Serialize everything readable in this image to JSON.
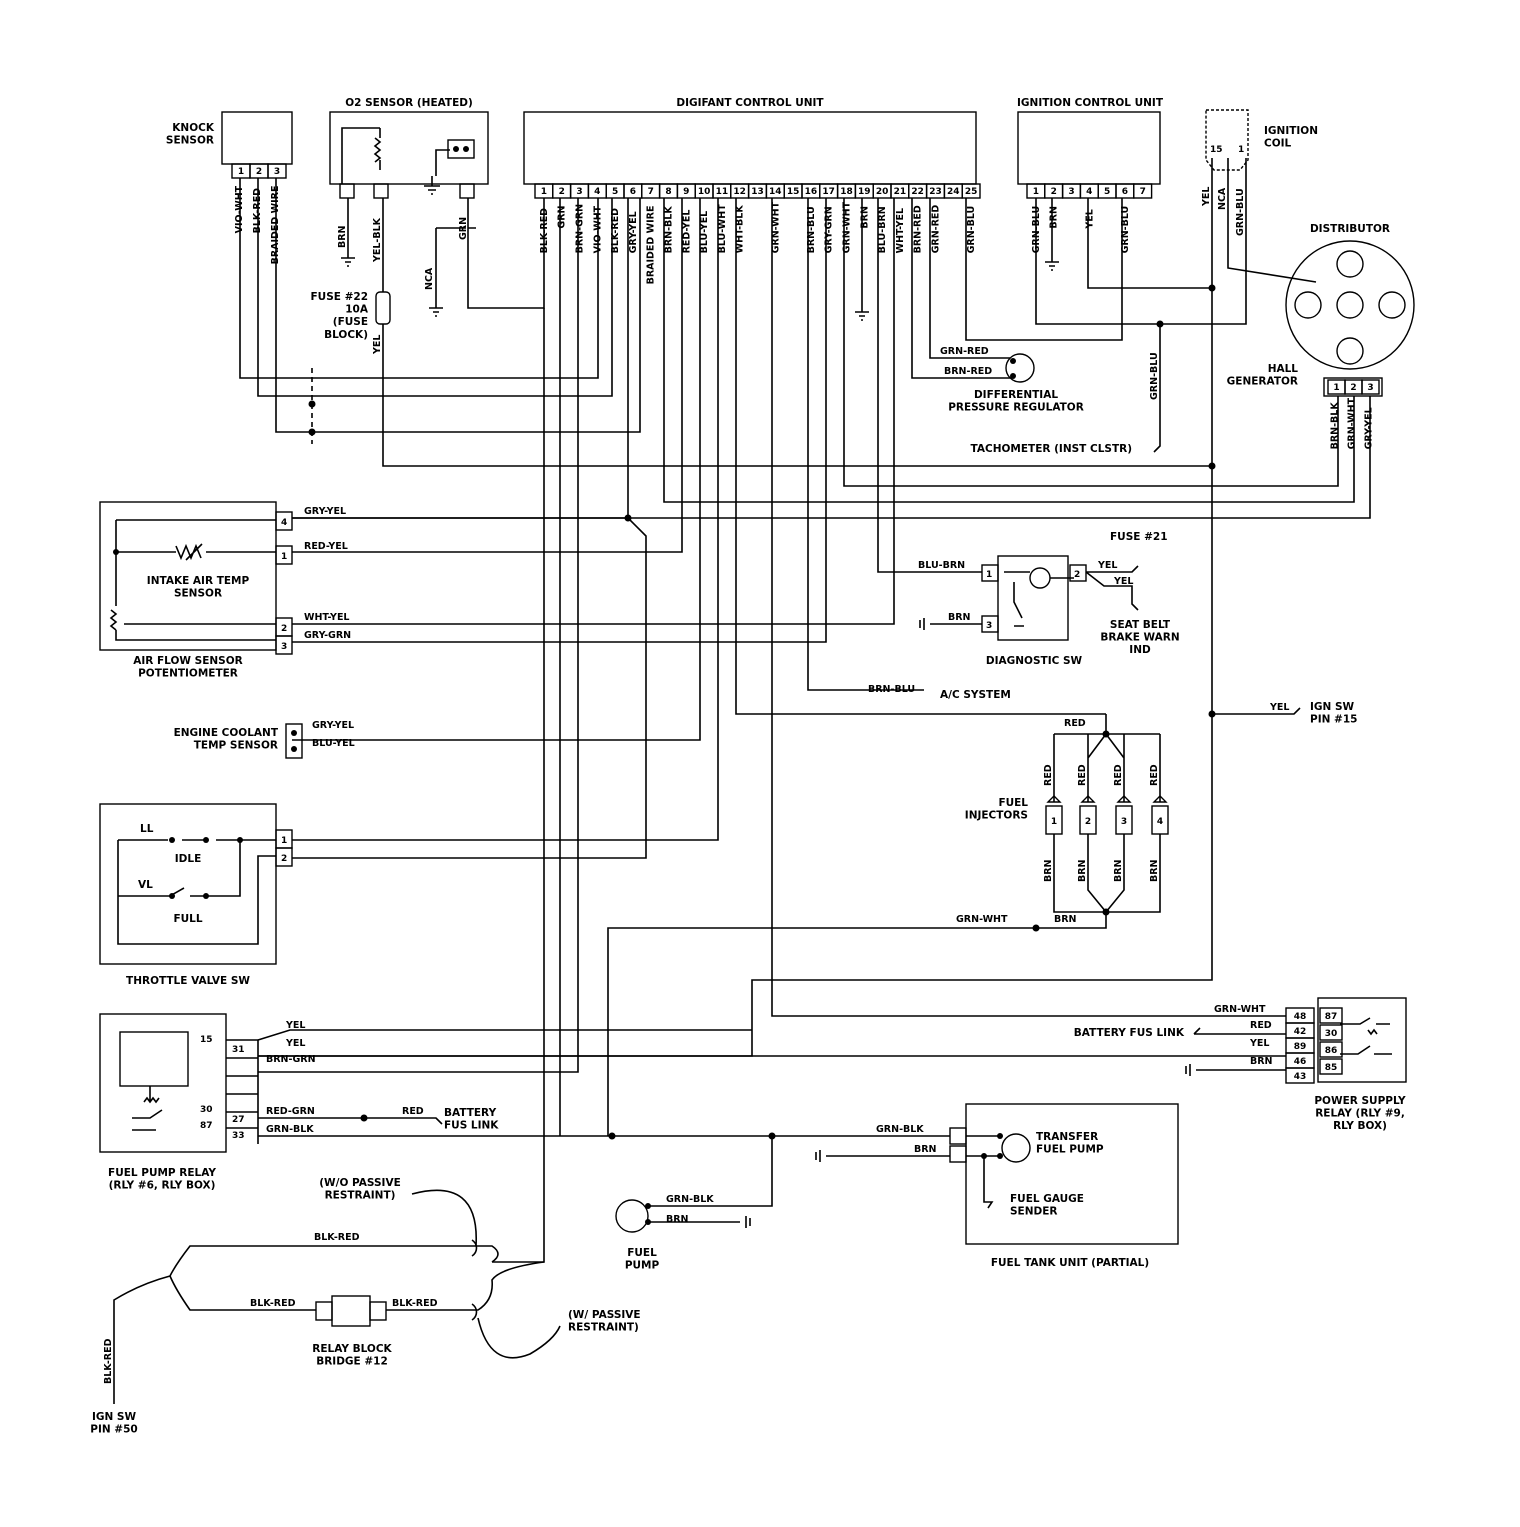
{
  "components": {
    "knock_sensor": "KNOCK\nSENSOR",
    "o2_sensor": "O2 SENSOR (HEATED)",
    "control_unit": "DIGIFANT CONTROL UNIT",
    "ignition_cu": "IGNITION CONTROL UNIT",
    "ignition_coil": "IGNITION\nCOIL",
    "distributor": "DISTRIBUTOR",
    "hall_generator": "HALL\nGENERATOR",
    "fuse22": "FUSE #22\n10A\n(FUSE\nBLOCK)",
    "diff_pressure": "DIFFERENTIAL\nPRESSURE REGULATOR",
    "tachometer": "TACHOMETER (INST CLSTR)",
    "air_flow_sensor": "AIR FLOW SENSOR\nPOTENTIOMETER",
    "intake_air_temp": "INTAKE AIR TEMP\nSENSOR",
    "fuse21": "FUSE #21",
    "seat_belt": "SEAT BELT\nBRAKE WARN\nIND",
    "diagnostic_sw": "DIAGNOSTIC SW",
    "ac_system": "A/C SYSTEM",
    "ign_sw_15": "IGN SW\nPIN #15",
    "coolant_sensor": "ENGINE COOLANT\nTEMP SENSOR",
    "fuel_injectors": "FUEL\nINJECTORS",
    "throttle_sw": "THROTTLE VALVE SW",
    "idle": "IDLE",
    "full": "FULL",
    "ll": "LL",
    "vl": "VL",
    "battery_fus_link_right": "BATTERY FUS LINK",
    "power_supply_relay": "POWER SUPPLY\nRELAY (RLY #9,\nRLY BOX)",
    "fuel_pump_relay": "FUEL PUMP RELAY\n(RLY #6, RLY BOX)",
    "battery_fus_link_left": "BATTERY\nFUS LINK",
    "transfer_pump": "TRANSFER\nFUEL PUMP",
    "fuel_gauge": "FUEL GAUGE\nSENDER",
    "fuel_tank": "FUEL TANK UNIT (PARTIAL)",
    "fuel_pump": "FUEL\nPUMP",
    "wo_passive": "(W/O PASSIVE\nRESTRAINT)",
    "w_passive": "(W/ PASSIVE\nRESTRAINT)",
    "relay_bridge": "RELAY BLOCK\nBRIDGE #12",
    "ign_sw_50": "IGN SW\nPIN #50"
  },
  "ecu_pins": [
    "1",
    "2",
    "3",
    "4",
    "5",
    "6",
    "7",
    "8",
    "9",
    "10",
    "11",
    "12",
    "13",
    "14",
    "15",
    "16",
    "17",
    "18",
    "19",
    "20",
    "21",
    "22",
    "23",
    "24",
    "25"
  ],
  "ecu_wires": [
    "BLK-RED",
    "GRN",
    "BRN-GRN",
    "VIO-WHT",
    "BLK-RED",
    "GRY-YEL",
    "BRAIDED WIRE",
    "BRN-BLK",
    "RED-YEL",
    "BLU-YEL",
    "BLU-WHT",
    "WHT-BLK",
    "",
    "GRN-WHT",
    "",
    "BRN-BLU",
    "GRY-GRN",
    "GRN-WHT",
    "BRN",
    "BLU-BRN",
    "WHT-YEL",
    "BRN-RED",
    "GRN-RED",
    "",
    "GRN-BLU"
  ],
  "ignition_pins": [
    "1",
    "2",
    "3",
    "4",
    "5",
    "6",
    "7"
  ],
  "ignition_wires": [
    "GRN-BLU",
    "BRN",
    "",
    "YEL",
    "",
    "GRN-BLU",
    ""
  ],
  "knock_pins": [
    "1",
    "2",
    "3"
  ],
  "knock_wires": [
    "VIO-WHT",
    "BLK-RED",
    "BRAIDED WIRE"
  ],
  "o2_wires": [
    "BRN",
    "YEL-BLK",
    "GRN"
  ],
  "coil": {
    "pins": [
      "15",
      "1"
    ],
    "wires": [
      "YEL",
      "NCA",
      "GRN-BLU"
    ]
  },
  "hall": {
    "pins": [
      "1",
      "2",
      "3"
    ],
    "wires": [
      "BRN-BLK",
      "GRN-WHT",
      "GRY-YEL"
    ]
  },
  "diff_wires": [
    "GRN-RED",
    "BRN-RED"
  ],
  "labels": {
    "nca": "NCA",
    "yel": "YEL",
    "grn_blu": "GRN-BLU",
    "afs_w1": "GRY-YEL",
    "afs_w2": "RED-YEL",
    "afs_w3": "WHT-YEL",
    "afs_w4": "GRY-GRN",
    "afs_p1": "4",
    "afs_p2": "1",
    "afs_p3": "2",
    "afs_p4": "3",
    "diag_w1": "BLU-BRN",
    "diag_w2": "BRN",
    "diag_w3": "YEL",
    "diag_w4": "YEL",
    "diag_p1": "1",
    "diag_p2": "2",
    "diag_p3": "3",
    "ac_w": "BRN-BLU",
    "ign15_w": "YEL",
    "ect_w1": "GRY-YEL",
    "ect_w2": "BLU-YEL",
    "inj_red": "RED",
    "inj_brn": "BRN",
    "inj_gw": "GRN-WHT",
    "tv_p1": "1",
    "tv_p2": "2",
    "psr_w": [
      "GRN-WHT",
      "RED",
      "YEL",
      "BRN"
    ],
    "psr_p": [
      "48",
      "42",
      "89",
      "46",
      "43"
    ],
    "psr_int": [
      "87",
      "30",
      "86",
      "85"
    ],
    "fpr_w": [
      "YEL",
      "YEL",
      "BRN-GRN",
      "RED-GRN",
      "GRN-BLK"
    ],
    "fpr_p": [
      "15",
      "31",
      "30",
      "27",
      "87",
      "33"
    ],
    "fpr_red": "RED",
    "tank_w": [
      "GRN-BLK",
      "BRN"
    ],
    "pump_w": [
      "GRN-BLK",
      "BRN"
    ],
    "bridge_w": [
      "BLK-RED",
      "BLK-RED",
      "BLK-RED"
    ],
    "ign50_w": "BLK-RED"
  },
  "inj_nums": [
    "1",
    "2",
    "3",
    "4"
  ]
}
